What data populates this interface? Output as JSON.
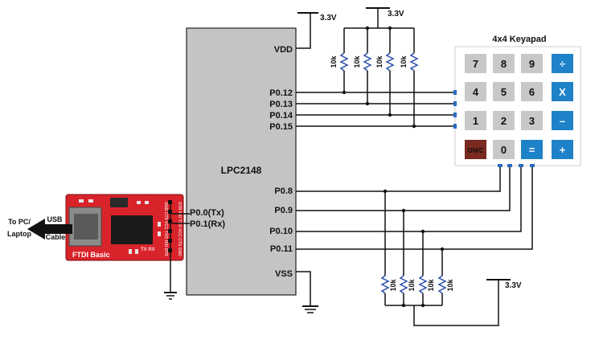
{
  "colors": {
    "wire": "#111111",
    "chip_fill": "#c4c4c4",
    "board_red": "#d9232a",
    "key_gray": "#c8c8c8",
    "key_blue": "#1e82c8",
    "key_on": "#7a2a20",
    "resistor_zigzag": "#2a4fa8",
    "pin_blue": "#2b6cc0"
  },
  "chip": {
    "name": "LPC2148",
    "vdd": "VDD",
    "vss": "VSS"
  },
  "pins": {
    "p012": "P0.12",
    "p013": "P0.13",
    "p014": "P0.14",
    "p015": "P0.15",
    "p08": "P0.8",
    "p09": "P0.9",
    "p010": "P0.10",
    "p011": "P0.11",
    "tx": "P0.0(Tx)",
    "rx": "P0.1(Rx)"
  },
  "supply": {
    "top_left": "3.3V",
    "top_right": "3.3V",
    "bottom": "3.3V"
  },
  "resistors": {
    "top": [
      "10k",
      "10k",
      "10k",
      "10k"
    ],
    "bottom": [
      "10k",
      "10k",
      "10k",
      "10k"
    ]
  },
  "keypad": {
    "title": "4x4 Keyapad",
    "keys": [
      [
        "7",
        "8",
        "9",
        "÷"
      ],
      [
        "4",
        "5",
        "6",
        "X"
      ],
      [
        "1",
        "2",
        "3",
        "–"
      ],
      [
        "ON/C",
        "0",
        "=",
        "+"
      ]
    ]
  },
  "ftdi": {
    "label": "FTDI Basic",
    "side_top": "GND CTS VCC TXO RXI DTR",
    "side_bottom": "DTR RXI TXO VCC CTS GND",
    "leds": "TX  RX"
  },
  "usb": {
    "to_pc": "To PC/",
    "laptop": "Laptop",
    "usb": "USB",
    "cable": "Cable"
  }
}
